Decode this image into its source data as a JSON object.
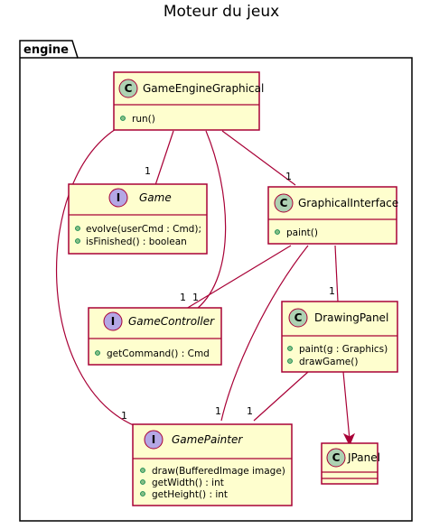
{
  "title": "Moteur du jeux",
  "package": {
    "name": "engine"
  },
  "classes": {
    "game_engine_graphical": {
      "kind": "C",
      "name": "GameEngineGraphical",
      "italic": false,
      "methods": [
        "run()"
      ]
    },
    "game": {
      "kind": "I",
      "name": "Game",
      "italic": true,
      "methods": [
        "evolve(userCmd : Cmd);",
        "isFinished() : boolean"
      ]
    },
    "graphical_interface": {
      "kind": "C",
      "name": "GraphicalInterface",
      "italic": false,
      "methods": [
        "paint()"
      ]
    },
    "game_controller": {
      "kind": "I",
      "name": "GameController",
      "italic": true,
      "methods": [
        "getCommand() : Cmd"
      ]
    },
    "drawing_panel": {
      "kind": "C",
      "name": "DrawingPanel",
      "italic": false,
      "methods": [
        "paint(g : Graphics)",
        "drawGame()"
      ]
    },
    "game_painter": {
      "kind": "I",
      "name": "GamePainter",
      "italic": true,
      "methods": [
        "draw(BufferedImage image)",
        "getWidth() : int",
        "getHeight() : int"
      ]
    },
    "jpanel": {
      "kind": "C",
      "name": "JPanel",
      "italic": false,
      "methods": []
    }
  },
  "relations": [
    {
      "from": "game_engine_graphical",
      "to": "game",
      "multiplicity": "1"
    },
    {
      "from": "game_engine_graphical",
      "to": "graphical_interface",
      "multiplicity": "1"
    },
    {
      "from": "game_engine_graphical",
      "to": "game_controller",
      "multiplicity": "1"
    },
    {
      "from": "game_engine_graphical",
      "to": "game_painter",
      "multiplicity": "1"
    },
    {
      "from": "graphical_interface",
      "to": "game_controller",
      "multiplicity": "1"
    },
    {
      "from": "graphical_interface",
      "to": "drawing_panel",
      "multiplicity": "1"
    },
    {
      "from": "graphical_interface",
      "to": "game_painter",
      "multiplicity": "1"
    },
    {
      "from": "drawing_panel",
      "to": "game_painter",
      "multiplicity": "1"
    },
    {
      "from": "drawing_panel",
      "to": "jpanel",
      "multiplicity": ""
    }
  ],
  "colors": {
    "class_fill": "#FEFECE",
    "class_border": "#A80036",
    "edge": "#A80036",
    "class_badge": "#ADD1B2",
    "interface_badge": "#B4A7E5",
    "package_border": "#000000"
  }
}
